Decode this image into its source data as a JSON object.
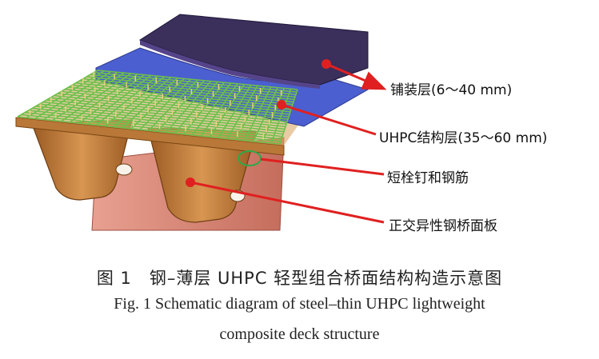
{
  "labels": {
    "pavement": "铺装层(6～40 mm)",
    "uhpc": "UHPC结构层(35～60 mm)",
    "studs": "短栓钉和钢筋",
    "deck": "正交异性钢桥面板"
  },
  "caption": {
    "cn": "图 1　钢–薄层 UHPC 轻型组合桥面结构构造示意图",
    "en_line1": "Fig. 1 Schematic diagram of steel–thin UHPC lightweight",
    "en_line2": "composite deck structure"
  },
  "colors": {
    "pavement": "#3b2f5c",
    "uhpc": "#4b5fd0",
    "rebar": "#6cc04a",
    "steel": "#c7874a",
    "web": "#d88a78",
    "arrow": "#e02020"
  }
}
